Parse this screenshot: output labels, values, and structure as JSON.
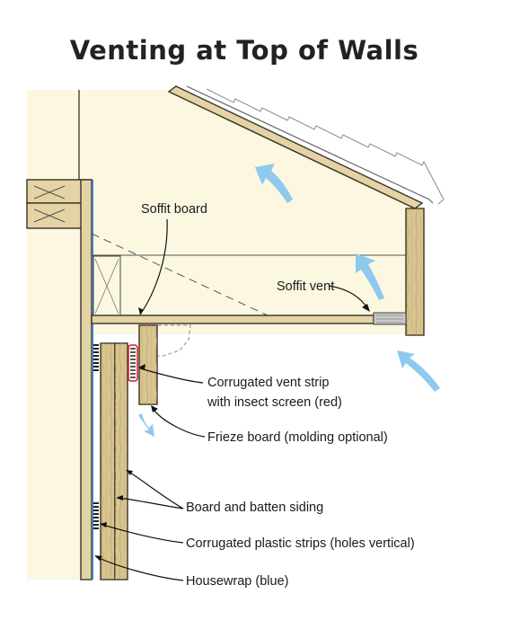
{
  "title": "Venting at Top of Walls",
  "labels": {
    "soffit_board": "Soffit board",
    "soffit_vent": "Soffit vent",
    "vent_strip_line1": "Corrugated vent strip",
    "vent_strip_line2": "with insect screen (red)",
    "frieze_board": "Frieze board (molding optional)",
    "siding": "Board and batten siding",
    "plastic_strips": "Corrugated plastic strips (holes vertical)",
    "housewrap": "Housewrap (blue)"
  },
  "colors": {
    "attic_fill": "#fbf7e1",
    "wood": "#d8c48f",
    "airflow_arrow": "#8ec9ee",
    "housewrap": "#3a7fc1",
    "insect_screen": "#d2232a"
  },
  "icons": [
    "airflow-arrow-icon"
  ]
}
